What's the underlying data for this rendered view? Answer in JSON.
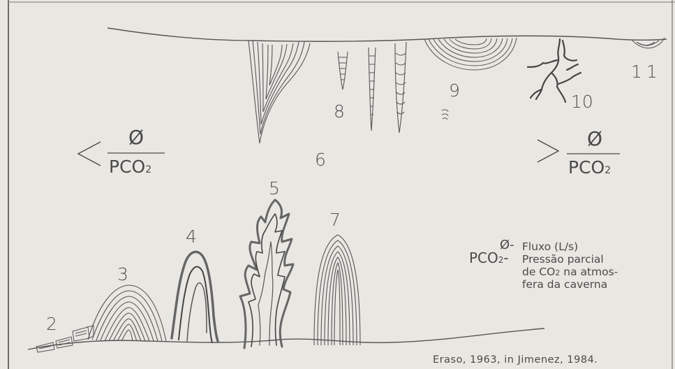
{
  "numbers": {
    "n2": "2",
    "n3": "3",
    "n4": "4",
    "n5": "5",
    "n6": "6",
    "n7": "7",
    "n8": "8",
    "n9": "9",
    "n10": "10",
    "n11": "11"
  },
  "left_ratio": {
    "relation": "<",
    "numerator": "Ø",
    "denominator_base": "PCO",
    "denominator_sub": "2"
  },
  "right_ratio": {
    "relation": ">",
    "numerator": "Ø",
    "denominator_base": "PCO",
    "denominator_sub": "2"
  },
  "legend": {
    "flow_symbol": "Ø-",
    "flow_text": "Fluxo (L/s)",
    "pco2_symbol_base": "PCO",
    "pco2_symbol_sub": "2",
    "pco2_symbol_dash": "-",
    "pco2_line1": "Pressão parcial",
    "pco2_line2_pre": "de CO",
    "pco2_line2_sub": "2",
    "pco2_line2_post": " na atmos-",
    "pco2_line3": "fera da caverna"
  },
  "credit": "Eraso, 1963, in Jimenez, 1984."
}
